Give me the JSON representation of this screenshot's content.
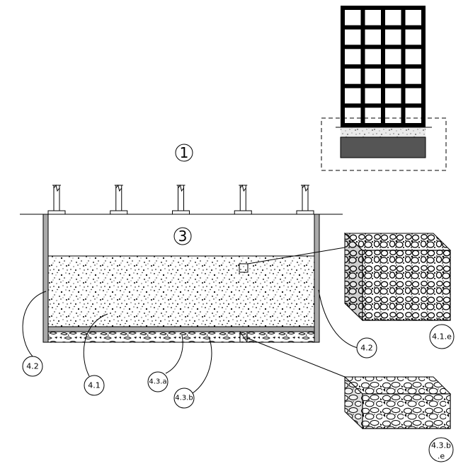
{
  "labels": {
    "zone_1": "1",
    "zone_3": "3",
    "wall_left": "4.2",
    "wall_right": "4.2",
    "fill_layer": "4.1",
    "base_layer_a": "4.3.a",
    "base_layer_b": "4.3.b",
    "detail_fill": "4.1.e",
    "detail_base_line1": "4.3.b",
    "detail_base_line2": ".e"
  },
  "building": {
    "grid_columns": 4,
    "grid_rows": 6
  },
  "columns_count": 5,
  "colors": {
    "ink": "#000000",
    "wall_gray": "#aaaaaa",
    "sand_band": "#dddddd",
    "foundation_dark": "#555555",
    "paper": "#ffffff"
  }
}
